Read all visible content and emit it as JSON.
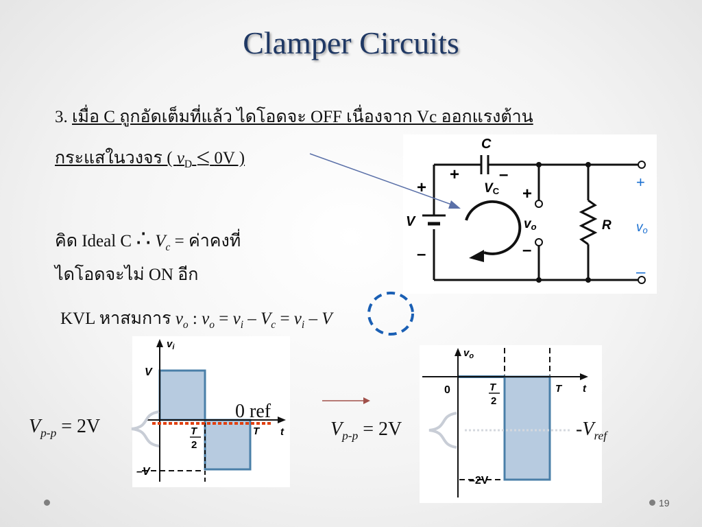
{
  "title": "Clamper Circuits",
  "step": {
    "number": "3.",
    "line1": "เมื่อ C ถูกอัดเต็มที่แล้ว ไดโอดจะ OFF เนื่องจาก Vc ออกแรงต้าน",
    "line2_pre": "กระแสในวงจร ( ",
    "v": "v",
    "sub": "D",
    "leq": "≤",
    "line2_post": "0V )"
  },
  "think": {
    "pre": "คิด Ideal C ",
    "therefore": "∴",
    "v": "V",
    "sub": "c",
    "post": " = ค่าคงที่",
    "line2": "ไดโอดจะไม่ ON อีก"
  },
  "kvl": {
    "label": "KVL หาสมการ ",
    "eq": [
      {
        "t": "v",
        "i": true
      },
      {
        "t": "o",
        "sub": true
      },
      {
        "t": " : "
      },
      {
        "t": "v",
        "i": true
      },
      {
        "t": "o",
        "sub": true
      },
      {
        "t": " = "
      },
      {
        "t": "v",
        "i": true
      },
      {
        "t": "i",
        "sub": true
      },
      {
        "t": " – "
      },
      {
        "t": "V",
        "i": true
      },
      {
        "t": "c",
        "sub": true
      },
      {
        "t": "  = "
      },
      {
        "t": "v",
        "i": true
      },
      {
        "t": "i",
        "sub": true
      },
      {
        "t": " – "
      },
      {
        "t": "V",
        "i": true
      }
    ]
  },
  "circuit": {
    "cap_label": "C",
    "plus": "+",
    "minus": "–",
    "source_label": "V",
    "vc_label": "V",
    "vc_sub": "C",
    "vo_label": "v",
    "vo_sub": "o",
    "r_label": "R",
    "out_label": "v",
    "out_sub": "o"
  },
  "graph_in": {
    "axis_y": "v",
    "axis_y_sub": "i",
    "v_label": "V",
    "neg_v_label": "–V",
    "half_t": "T",
    "half_t_den": "2",
    "t_label": "T",
    "axis_t": "t",
    "values": {
      "high": 1,
      "low": -1,
      "switch_fraction": 0.5
    }
  },
  "graph_out": {
    "axis_y": "v",
    "axis_y_sub": "o",
    "zero": "0",
    "half_t": "T",
    "half_t_den": "2",
    "t_label": "T",
    "axis_t": "t",
    "neg2v_label": "–2V",
    "values": {
      "high": 0,
      "low": -2,
      "switch_fraction": 0.5
    }
  },
  "zero_ref": "0 ref",
  "vpp_left": {
    "v": "V",
    "sub": "p-p",
    "val": " = 2V"
  },
  "vpp_right": {
    "v": "V",
    "sub": "p-p",
    "val": " = 2V"
  },
  "vref": {
    "pre": "-",
    "v": "V",
    "sub": "ref"
  },
  "page_number": "19",
  "colors": {
    "title": "#1f3864",
    "wave_fill": "#b7cbe0",
    "wave_stroke": "#4a7fa8",
    "ref_line": "#e04010",
    "dash_circle": "#1a5fb4",
    "arrow": "#5a70a8",
    "small_arrow": "#a0504a"
  }
}
